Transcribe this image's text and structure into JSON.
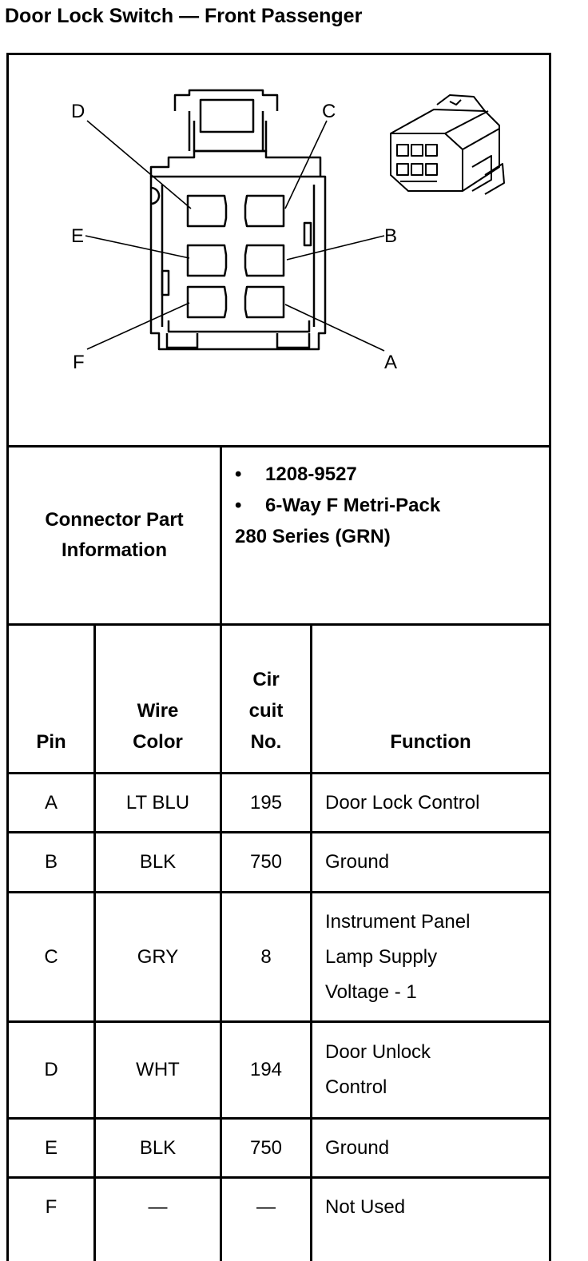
{
  "title": "Door Lock Switch — Front Passenger",
  "pin_labels": [
    "A",
    "B",
    "C",
    "D",
    "E",
    "F"
  ],
  "connector_info": {
    "label_line1": "Connector Part",
    "label_line2": "Information",
    "bullets": [
      "1208-9527",
      "6-Way F Metri-Pack"
    ],
    "continuation": "280 Series (GRN)"
  },
  "table": {
    "headers": {
      "pin": "Pin",
      "wire_color_1": "Wire",
      "wire_color_2": "Color",
      "circuit_1": "Cir",
      "circuit_2": "cuit",
      "circuit_3": "No.",
      "function": "Function"
    },
    "rows": [
      {
        "pin": "A",
        "wire": "LT BLU",
        "circuit": "195",
        "function": [
          "Door Lock Control"
        ]
      },
      {
        "pin": "B",
        "wire": "BLK",
        "circuit": "750",
        "function": [
          "Ground"
        ]
      },
      {
        "pin": "C",
        "wire": "GRY",
        "circuit": "8",
        "function": [
          "Instrument Panel",
          "Lamp Supply",
          "Voltage - 1"
        ]
      },
      {
        "pin": "D",
        "wire": "WHT",
        "circuit": "194",
        "function": [
          "Door Unlock",
          "Control"
        ]
      },
      {
        "pin": "E",
        "wire": "BLK",
        "circuit": "750",
        "function": [
          "Ground"
        ]
      },
      {
        "pin": "F",
        "wire": "—",
        "circuit": "—",
        "function": [
          "Not Used"
        ]
      }
    ]
  }
}
